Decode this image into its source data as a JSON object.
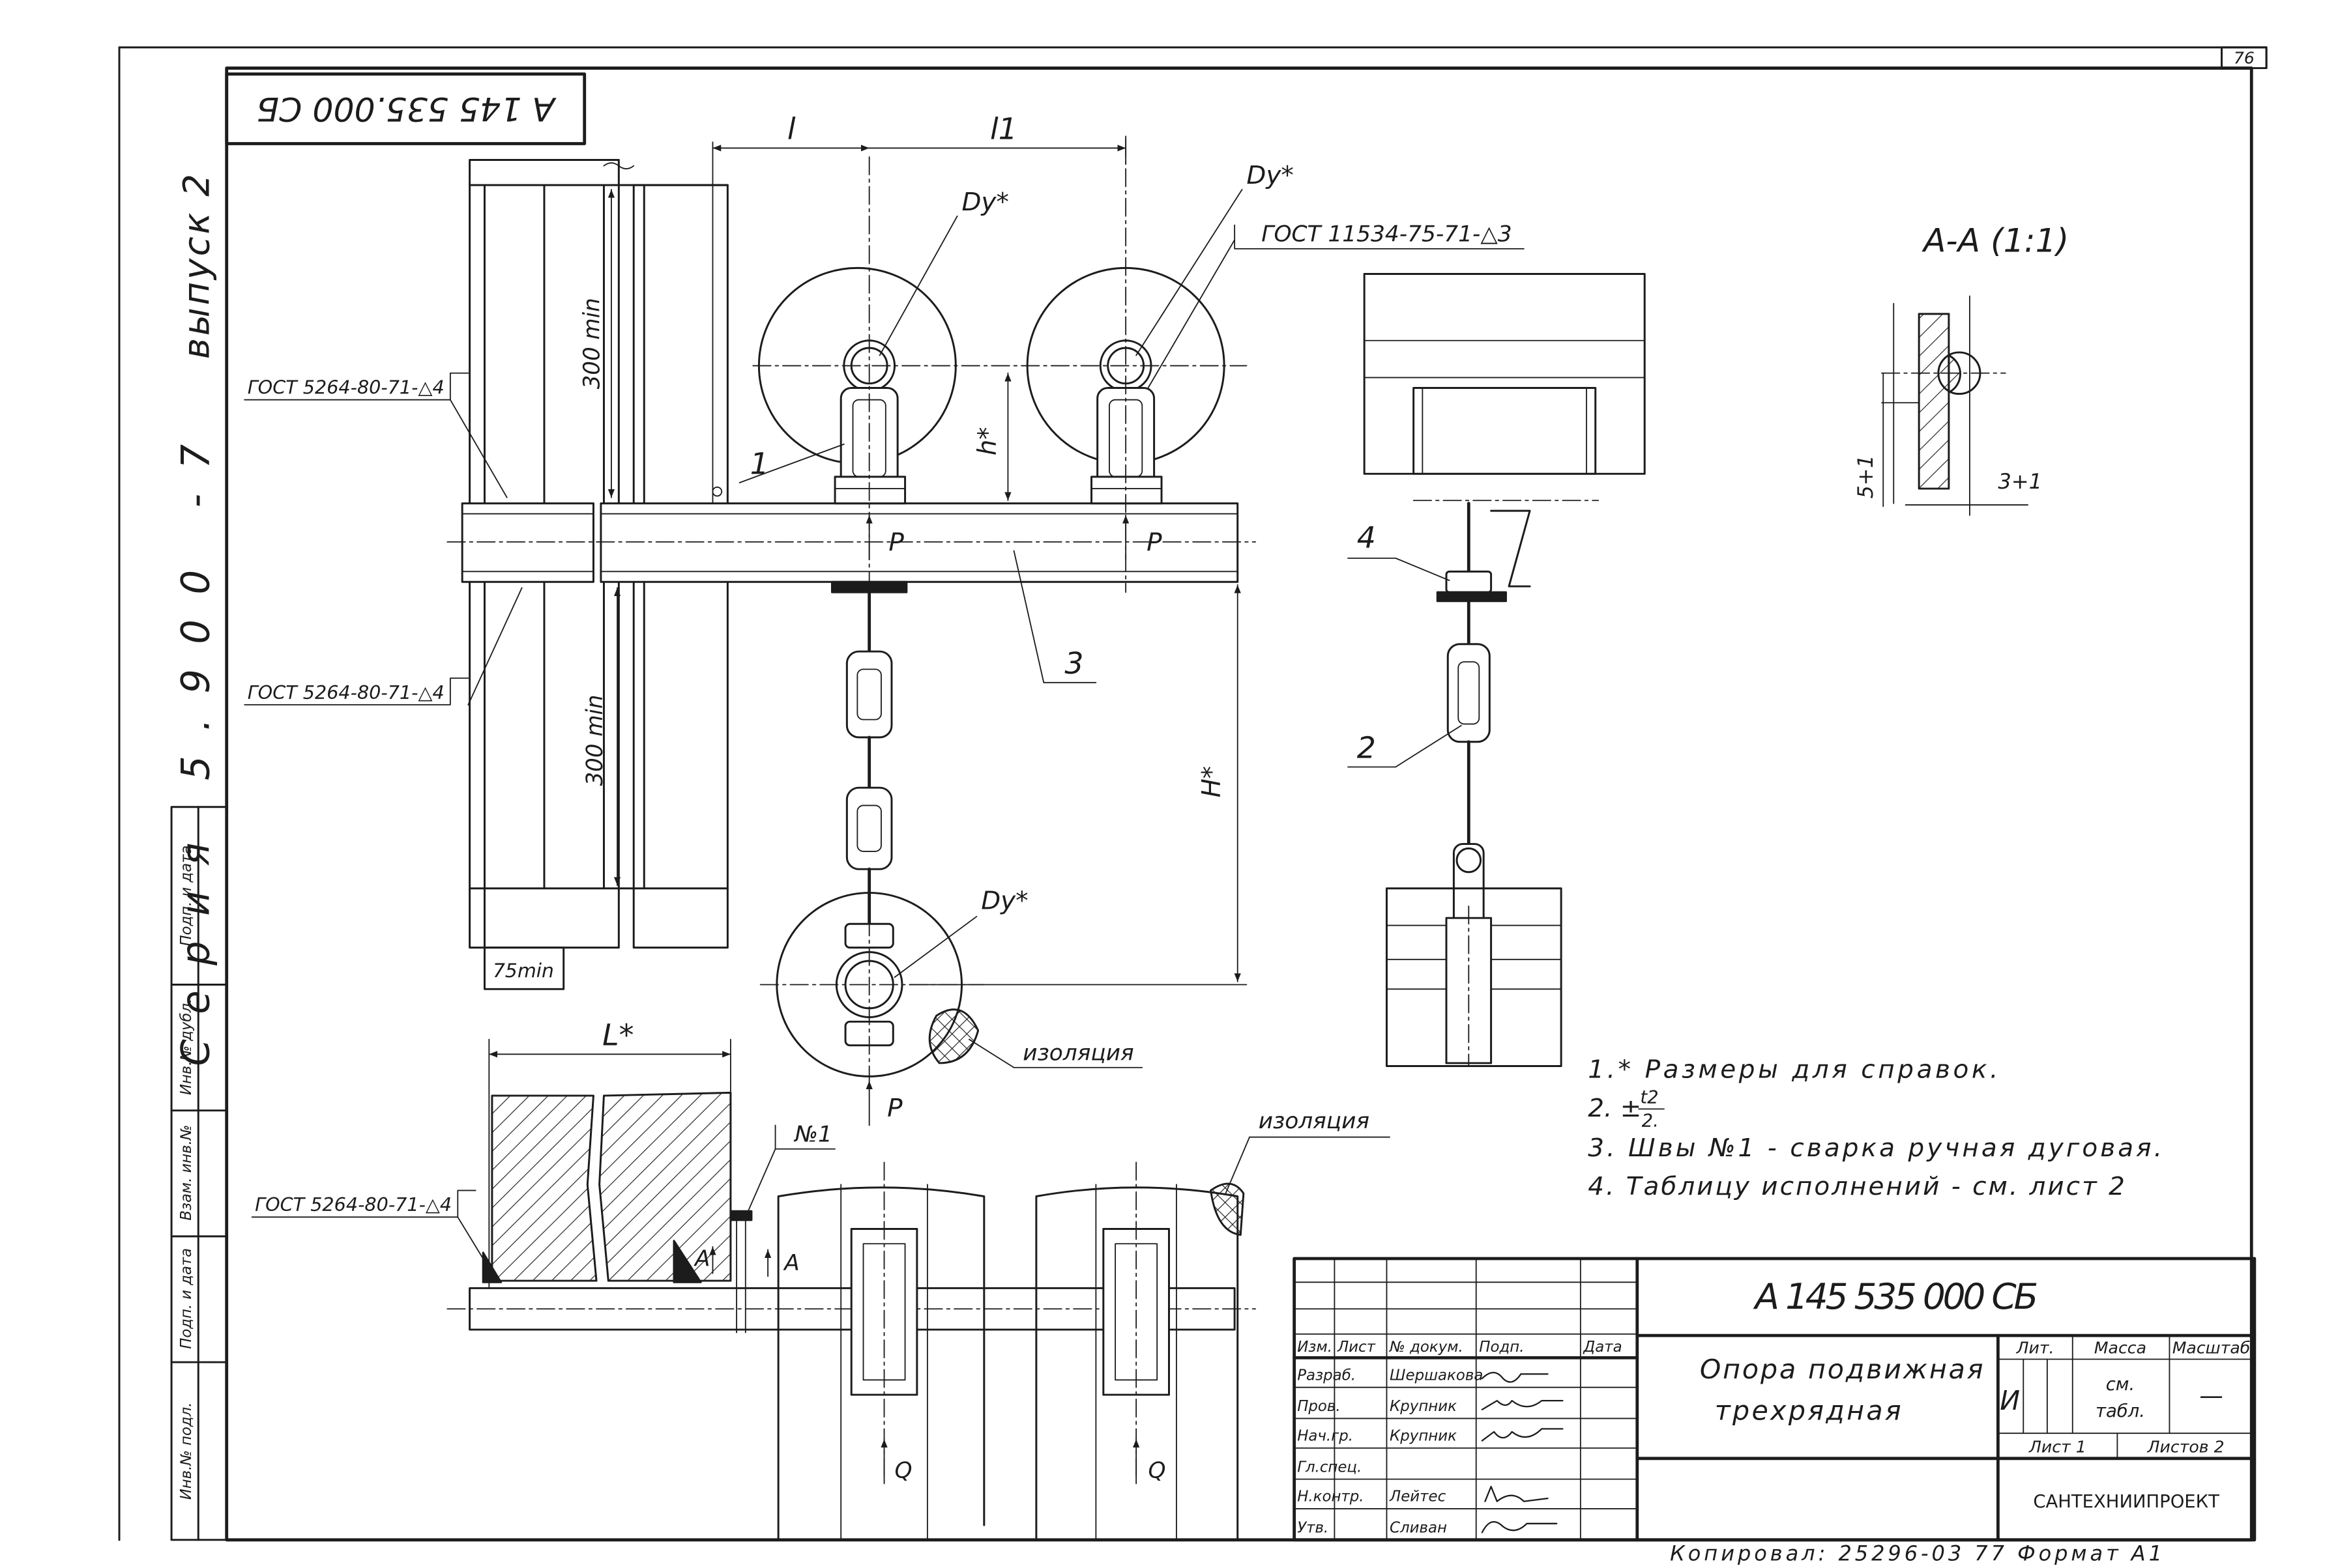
{
  "sheet": {
    "page_number": "76",
    "doc_code_rotated": "А 145 535.000 СБ",
    "series": "Серия 5.900 -7",
    "issue": "выпуск 2",
    "copy_line": "Копировал: 25296-03 77 Формат А1"
  },
  "margin_stamp": {
    "cells": [
      "Подп. и дата",
      "Инв.№ дубл.",
      "Взам. инв.№",
      "Подп. и дата",
      "Инв.№ подл."
    ]
  },
  "drawing": {
    "dim_l": "l",
    "dim_l1": "l1",
    "dy": "Dy*",
    "gost_11534": "ГОСТ 11534-75-71-△3",
    "gost_5264": "ГОСТ 5264-80-71-△4",
    "min_300": "300 min",
    "min_75": "75min",
    "h_star": "h*",
    "H_star": "H*",
    "load_p": "P",
    "load_q": "Q",
    "pos_1": "1",
    "pos_2": "2",
    "pos_3": "3",
    "pos_4": "4",
    "L_star": "L*",
    "weld_no1": "№1",
    "section_mark": "A",
    "insulation": "изоляция",
    "section_title": "A-A (1:1)",
    "dim_5": "5+1",
    "dim_3": "3+1"
  },
  "notes": {
    "n1": "1.* Размеры для справок.",
    "n2_prefix": "2. ±",
    "n2_num": "t2",
    "n2_den": "2.",
    "n3": "3. Швы №1 - сварка ручная дуговая.",
    "n4": "4. Таблицу исполнений - см. лист 2"
  },
  "title_block": {
    "doc_code": "А 145 535 000 СБ",
    "name_line1": "Опора подвижная",
    "name_line2": "трехрядная",
    "lit_header": "Лит.",
    "mass_header": "Масса",
    "scale_header": "Масштаб",
    "lit_value": "И",
    "mass_value_1": "см.",
    "mass_value_2": "табл.",
    "scale_value": "—",
    "sheet": "Лист 1",
    "sheets": "Листов 2",
    "organization": "САНТЕХНИИПРОЕКТ",
    "columns": [
      "Изм.",
      "Лист",
      "№ докум.",
      "Подп.",
      "Дата"
    ],
    "rows": [
      {
        "role": "Разраб.",
        "name": "Шершакова"
      },
      {
        "role": "Пров.",
        "name": "Крупник"
      },
      {
        "role": "Нач.гр.",
        "name": "Крупник"
      },
      {
        "role": "Гл.спец."
      },
      {
        "role": "Н.контр.",
        "name": "Лейтес"
      },
      {
        "role": "Утв.",
        "name": "Сливан"
      }
    ]
  }
}
